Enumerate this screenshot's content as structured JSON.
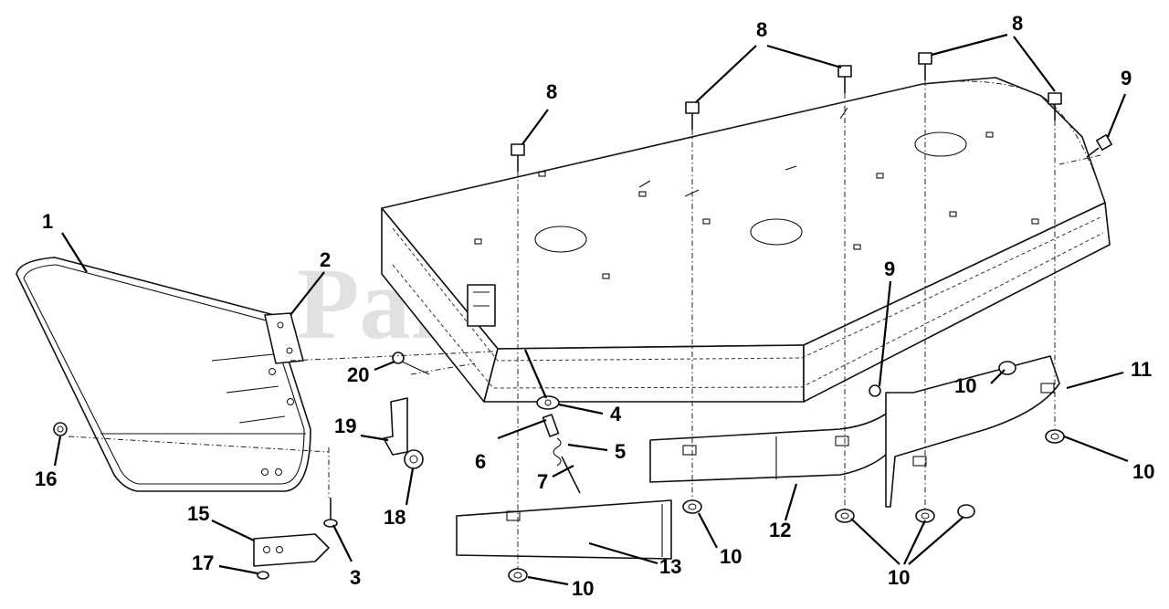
{
  "watermark": {
    "text": "PartsTree",
    "trademark": "™"
  },
  "callouts": [
    {
      "id": "c1",
      "label": "1"
    },
    {
      "id": "c2",
      "label": "2"
    },
    {
      "id": "c3",
      "label": "3"
    },
    {
      "id": "c4",
      "label": "4"
    },
    {
      "id": "c5",
      "label": "5"
    },
    {
      "id": "c6",
      "label": "6"
    },
    {
      "id": "c7",
      "label": "7"
    },
    {
      "id": "c8a",
      "label": "8"
    },
    {
      "id": "c8b",
      "label": "8"
    },
    {
      "id": "c8c",
      "label": "8"
    },
    {
      "id": "c9a",
      "label": "9"
    },
    {
      "id": "c9b",
      "label": "9"
    },
    {
      "id": "c10a",
      "label": "10"
    },
    {
      "id": "c10b",
      "label": "10"
    },
    {
      "id": "c10c",
      "label": "10"
    },
    {
      "id": "c10d",
      "label": "10"
    },
    {
      "id": "c10e",
      "label": "10"
    },
    {
      "id": "c11",
      "label": "11"
    },
    {
      "id": "c12",
      "label": "12"
    },
    {
      "id": "c13",
      "label": "13"
    },
    {
      "id": "c15",
      "label": "15"
    },
    {
      "id": "c16",
      "label": "16"
    },
    {
      "id": "c17",
      "label": "17"
    },
    {
      "id": "c18",
      "label": "18"
    },
    {
      "id": "c19",
      "label": "19"
    },
    {
      "id": "c20",
      "label": "20"
    }
  ]
}
